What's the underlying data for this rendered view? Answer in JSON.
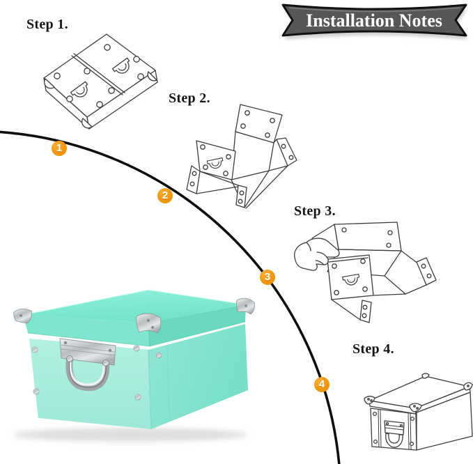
{
  "banner": {
    "text": "Installation Notes",
    "fill_color": "#575757",
    "border_color": "#111111",
    "text_color": "#ffffff"
  },
  "steps": [
    {
      "label": "Step 1."
    },
    {
      "label": "Step 2."
    },
    {
      "label": "Step 3."
    },
    {
      "label": "Step 4."
    }
  ],
  "markers": {
    "color": "#F1970E",
    "items": [
      "1",
      "2",
      "3",
      "4"
    ]
  },
  "product": {
    "box_lid_color": "#7DE7D0",
    "box_front_color": "#A9EDDD",
    "box_side_color": "#85E2D0",
    "hardware_color": "#C9CFD2"
  }
}
